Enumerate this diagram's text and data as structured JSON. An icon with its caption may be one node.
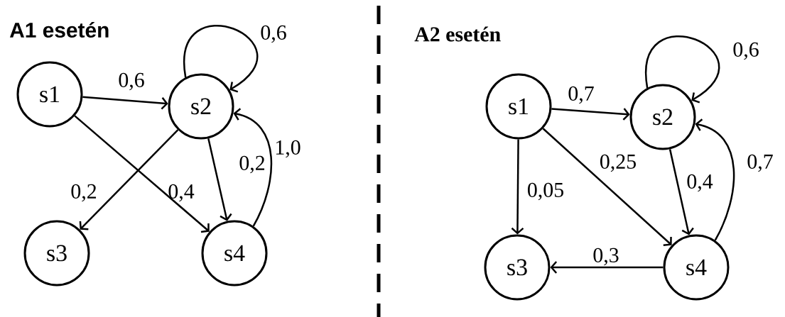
{
  "diagram": {
    "nodes": [
      {
        "text": [
          "s1"
        ]
      },
      {
        "text": [
          "s2"
        ]
      },
      {
        "text": [
          "s3"
        ]
      },
      {
        "text": [
          "s4"
        ]
      },
      {
        "text": [
          "s1"
        ]
      },
      {
        "text": [
          "s2"
        ]
      },
      {
        "text": [
          "s3"
        ]
      },
      {
        "text": [
          "s4"
        ]
      }
    ],
    "edges": [
      {
        "from": 0,
        "to": 1,
        "arrow": "to",
        "label": "0,6"
      },
      {
        "from": 1,
        "to": 1,
        "arrow": "to",
        "label": "0,6"
      },
      {
        "from": 0,
        "to": 3,
        "arrow": "to",
        "label": "0,4"
      },
      {
        "from": 1,
        "to": 2,
        "arrow": "to",
        "label": "0,2"
      },
      {
        "from": 1,
        "to": 3,
        "arrow": "to",
        "label": "0,2"
      },
      {
        "from": 3,
        "to": 1,
        "arrow": "to",
        "label": "1,0"
      },
      {
        "from": 4,
        "to": 5,
        "arrow": "to",
        "label": "0,7"
      },
      {
        "from": 5,
        "to": 5,
        "arrow": "to",
        "label": "0,6"
      },
      {
        "from": 4,
        "to": 6,
        "arrow": "to",
        "label": "0,05"
      },
      {
        "from": 4,
        "to": 7,
        "arrow": "to",
        "label": "0,25"
      },
      {
        "from": 5,
        "to": 7,
        "arrow": "to",
        "label": "0,4"
      },
      {
        "from": 7,
        "to": 5,
        "arrow": "to",
        "label": "0,7"
      },
      {
        "from": 7,
        "to": 6,
        "arrow": "to",
        "label": "0,3"
      }
    ],
    "labels": [
      "A1 esetén",
      "A2 esetén"
    ]
  }
}
